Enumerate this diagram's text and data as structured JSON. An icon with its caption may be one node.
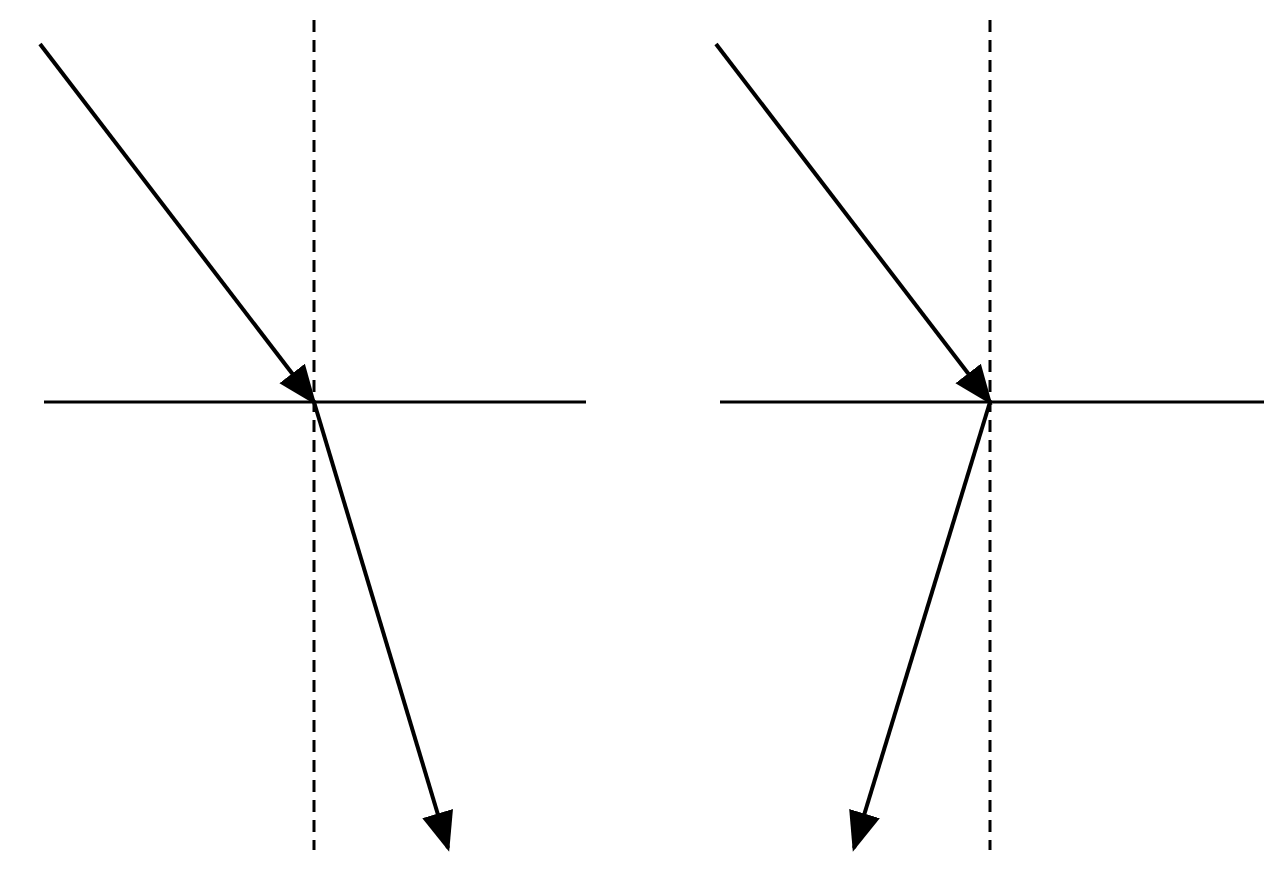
{
  "diagram": {
    "nodes": [
      {
        "text": [],
        "shape": "line"
      },
      {
        "text": [],
        "shape": "line"
      }
    ],
    "edges": [
      {
        "from": null,
        "to": 0,
        "arrow": "to"
      },
      {
        "from": 0,
        "to": null,
        "arrow": "to"
      },
      {
        "from": null,
        "to": 1,
        "arrow": "to"
      },
      {
        "from": 1,
        "to": null,
        "arrow": "to"
      }
    ]
  }
}
